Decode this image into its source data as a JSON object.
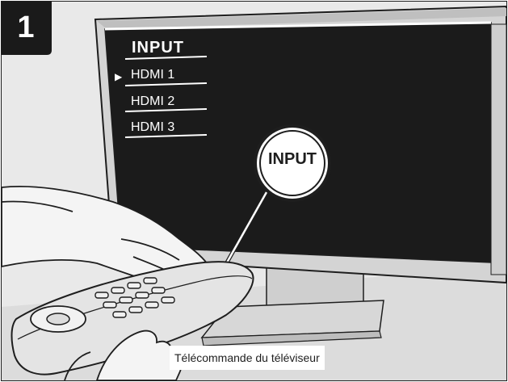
{
  "step": {
    "number": "1"
  },
  "tv_menu": {
    "title": "INPUT",
    "selected_marker": "▶",
    "items": [
      {
        "label": "HDMI 1",
        "selected": true
      },
      {
        "label": "HDMI 2",
        "selected": false
      },
      {
        "label": "HDMI 3",
        "selected": false
      }
    ]
  },
  "callout": {
    "label": "INPUT"
  },
  "caption": {
    "text": "Télécommande du téléviseur"
  },
  "colors": {
    "tv_screen": "#1b1b1b",
    "tv_bezel": "#d4d4d4",
    "step_badge": "#1a1a1a",
    "line_art": "#1e1e1e",
    "background": "#e6e6e6"
  }
}
